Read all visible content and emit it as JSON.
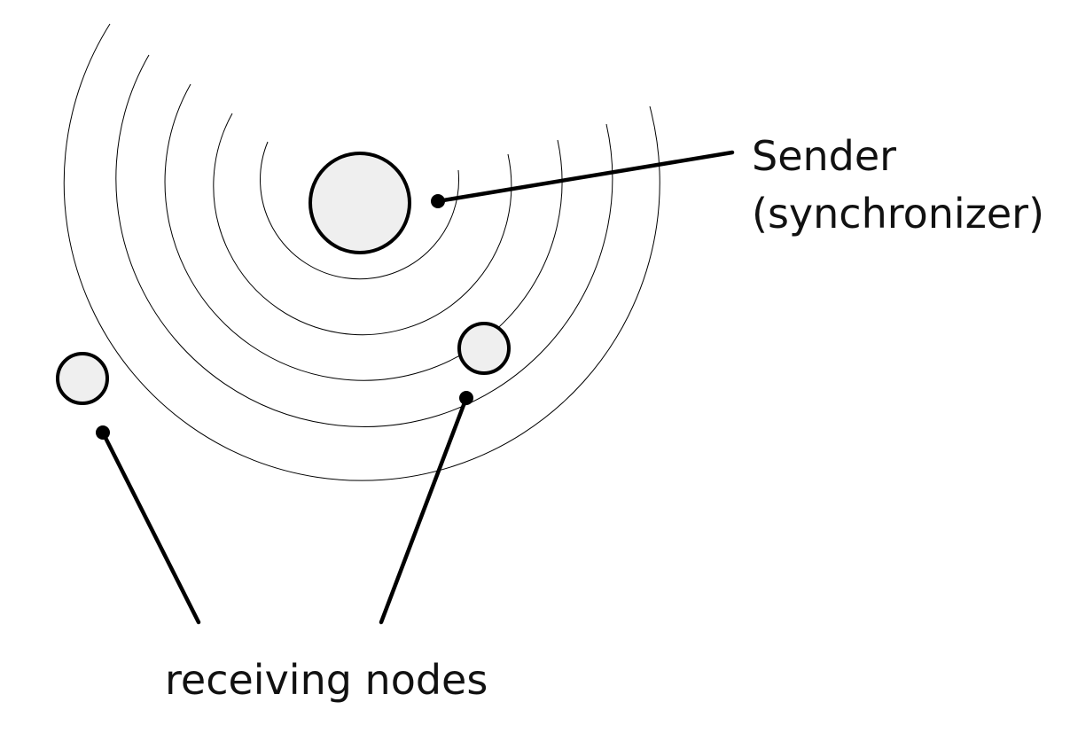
{
  "labels": {
    "sender_line1": "Sender",
    "sender_line2": "(synchronizer)",
    "receivers": "receiving nodes"
  },
  "colors": {
    "node_fill": "#efefef",
    "stroke": "#000000",
    "background": "#ffffff"
  }
}
